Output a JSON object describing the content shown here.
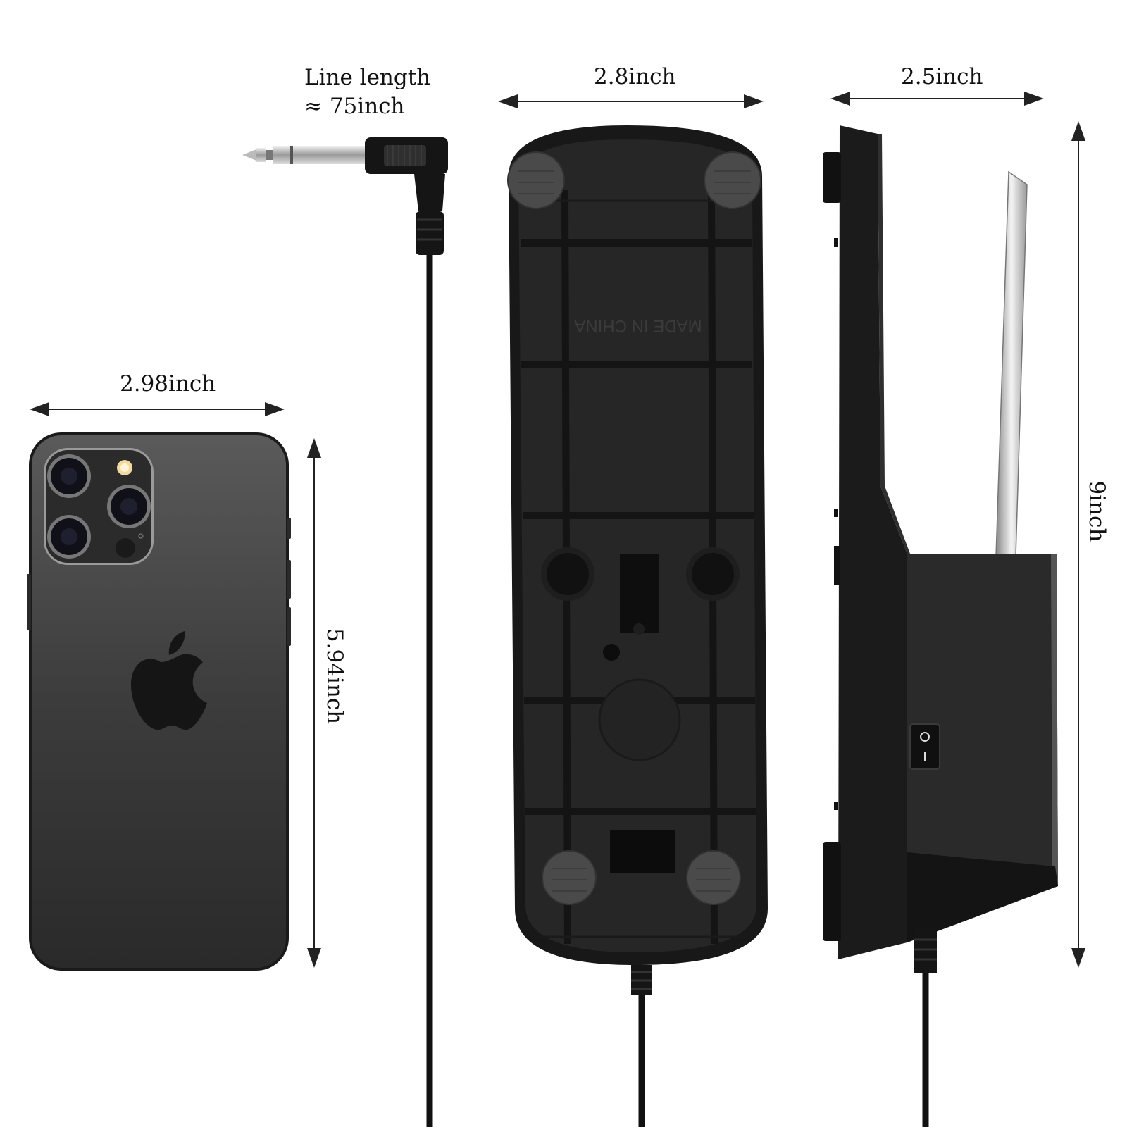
{
  "labels": {
    "phone_width": "2.98inch",
    "phone_height": "5.94inch",
    "line_length_title": "Line length",
    "line_length_value": "≈ 75inch",
    "pedal_width": "2.8inch",
    "pedal_side_width": "2.5inch",
    "pedal_height": "9inch",
    "made_in": "MADE IN CHINA"
  },
  "colors": {
    "phone_body": "#3a3a3a",
    "pedal_body": "#1c1c1c",
    "accent_metal": "#c8c8c8",
    "arrow": "#222222"
  }
}
